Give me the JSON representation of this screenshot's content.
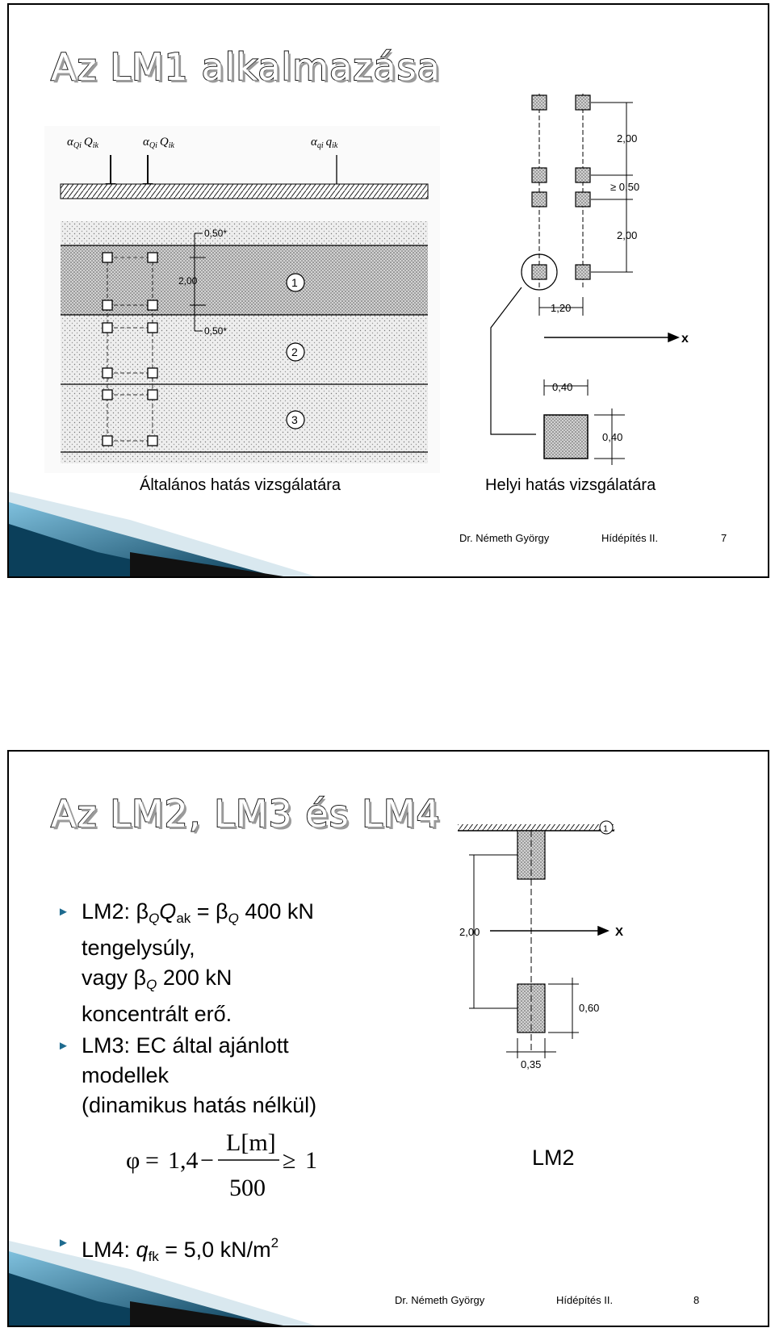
{
  "slide1": {
    "title": "Az LM1 alkalmazása",
    "caption_left": "Általános hatás vizsgálatára",
    "caption_right": "Helyi hatás vizsgálatára",
    "footer_author": "Dr. Németh György",
    "footer_course": "Hídépítés II.",
    "footer_page": "7",
    "left_figure": {
      "load_labels": [
        "α",
        "Qi",
        "Q",
        "ik",
        "α",
        "Qi",
        "Q",
        "ik",
        "α",
        "qi",
        "q",
        "ik"
      ],
      "dim_top": "0,50*",
      "dim_mid": "2,00",
      "dim_bottom": "0,50*",
      "lanes": [
        "1",
        "2",
        "3"
      ]
    },
    "right_figure": {
      "dim_spacing_top": "2,00",
      "dim_min_gap": "≥ 0,50",
      "dim_spacing_bottom": "2,00",
      "dim_axle_width": "1,20",
      "axis_label": "x",
      "dim_patch_width": "0,40",
      "dim_patch_height": "0,40"
    }
  },
  "slide2": {
    "title": "Az LM2, LM3 és LM4",
    "bullets": {
      "b1_lm2": "LM2: β",
      "b1_q1": "Q",
      "b1_Q": "Q",
      "b1_ak": "ak",
      "b1_eq": " = β",
      "b1_q2": "Q",
      "b1_val": " 400 kN",
      "b1_line2": "tengelysúly,",
      "b1_line3a": " vagy  β",
      "b1_line3q": "Q",
      "b1_line3b": " 200 kN",
      "b1_line4": "koncentrált erő.",
      "b2_line1": "LM3: EC által ajánlott",
      "b2_line2": "modellek",
      "b2_line3": "(dinamikus hatás nélkül)",
      "b3_pre": "LM4: ",
      "b3_q": "q",
      "b3_fk": "fk",
      "b3_eq": " = 5,0 kN/m",
      "b3_sup": "2"
    },
    "formula": {
      "phi": "φ",
      "eq": "=",
      "coef": "1,4",
      "minus": "−",
      "num": "L[m]",
      "den": "500",
      "geq": "≥",
      "one": "1"
    },
    "figure": {
      "lane_label": "1",
      "dim_spacing": "2,00",
      "axis_label": "X",
      "dim_patch_h": "0,60",
      "dim_patch_w": "0,35"
    },
    "lm2_label": "LM2",
    "footer_author": "Dr. Németh György",
    "footer_course": "Hídépítés II.",
    "footer_page": "8"
  },
  "colors": {
    "corner_dark": "#0b3f5a",
    "corner_mid": "#1e6b8f",
    "corner_light": "#5ba6c8",
    "bullet": "#1e6b8f"
  }
}
